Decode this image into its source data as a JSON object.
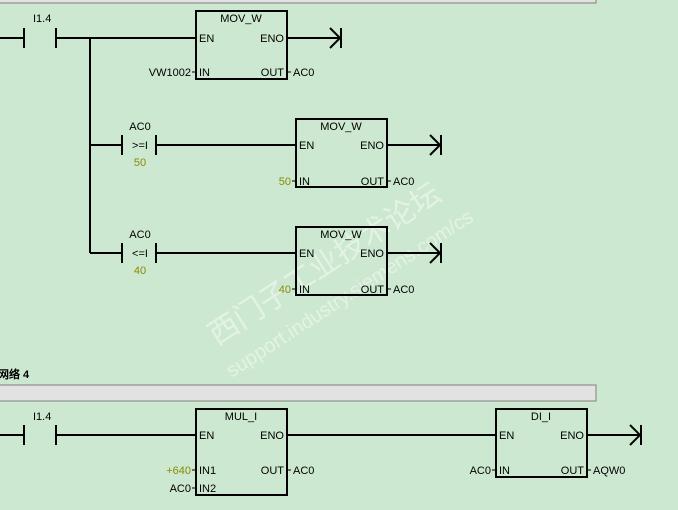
{
  "network3": {
    "rung_main": {
      "contact_address": "I1.4",
      "box": {
        "title": "MOV_W",
        "en": "EN",
        "eno": "ENO",
        "in": "IN",
        "out": "OUT",
        "in_value": "VW1002",
        "out_value": "AC0"
      }
    },
    "rung_ge": {
      "compare_operand1": "AC0",
      "compare_operator": ">=I",
      "compare_operand2": "50",
      "box": {
        "title": "MOV_W",
        "en": "EN",
        "eno": "ENO",
        "in": "IN",
        "out": "OUT",
        "in_value": "50",
        "out_value": "AC0"
      }
    },
    "rung_le": {
      "compare_operand1": "AC0",
      "compare_operator": "<=I",
      "compare_operand2": "40",
      "box": {
        "title": "MOV_W",
        "en": "EN",
        "eno": "ENO",
        "in": "IN",
        "out": "OUT",
        "in_value": "40",
        "out_value": "AC0"
      }
    }
  },
  "network4": {
    "title": "网络 4",
    "contact_address": "I1.4",
    "mul_box": {
      "title": "MUL_I",
      "en": "EN",
      "eno": "ENO",
      "in1": "IN1",
      "in2": "IN2",
      "out": "OUT",
      "in1_value": "+640",
      "in2_value": "AC0",
      "out_value": "AC0"
    },
    "di_box": {
      "title": "DI_I",
      "en": "EN",
      "eno": "ENO",
      "in": "IN",
      "out": "OUT",
      "in_value": "AC0",
      "out_value": "AQW0"
    }
  },
  "watermark": {
    "line1": "西门子工业技术论坛",
    "line2": "support.industry.siemens.com/cs"
  },
  "colors": {
    "background": "#cde8d0",
    "constant": "#8a8a00",
    "comment_bar": "#e2e2e2"
  }
}
